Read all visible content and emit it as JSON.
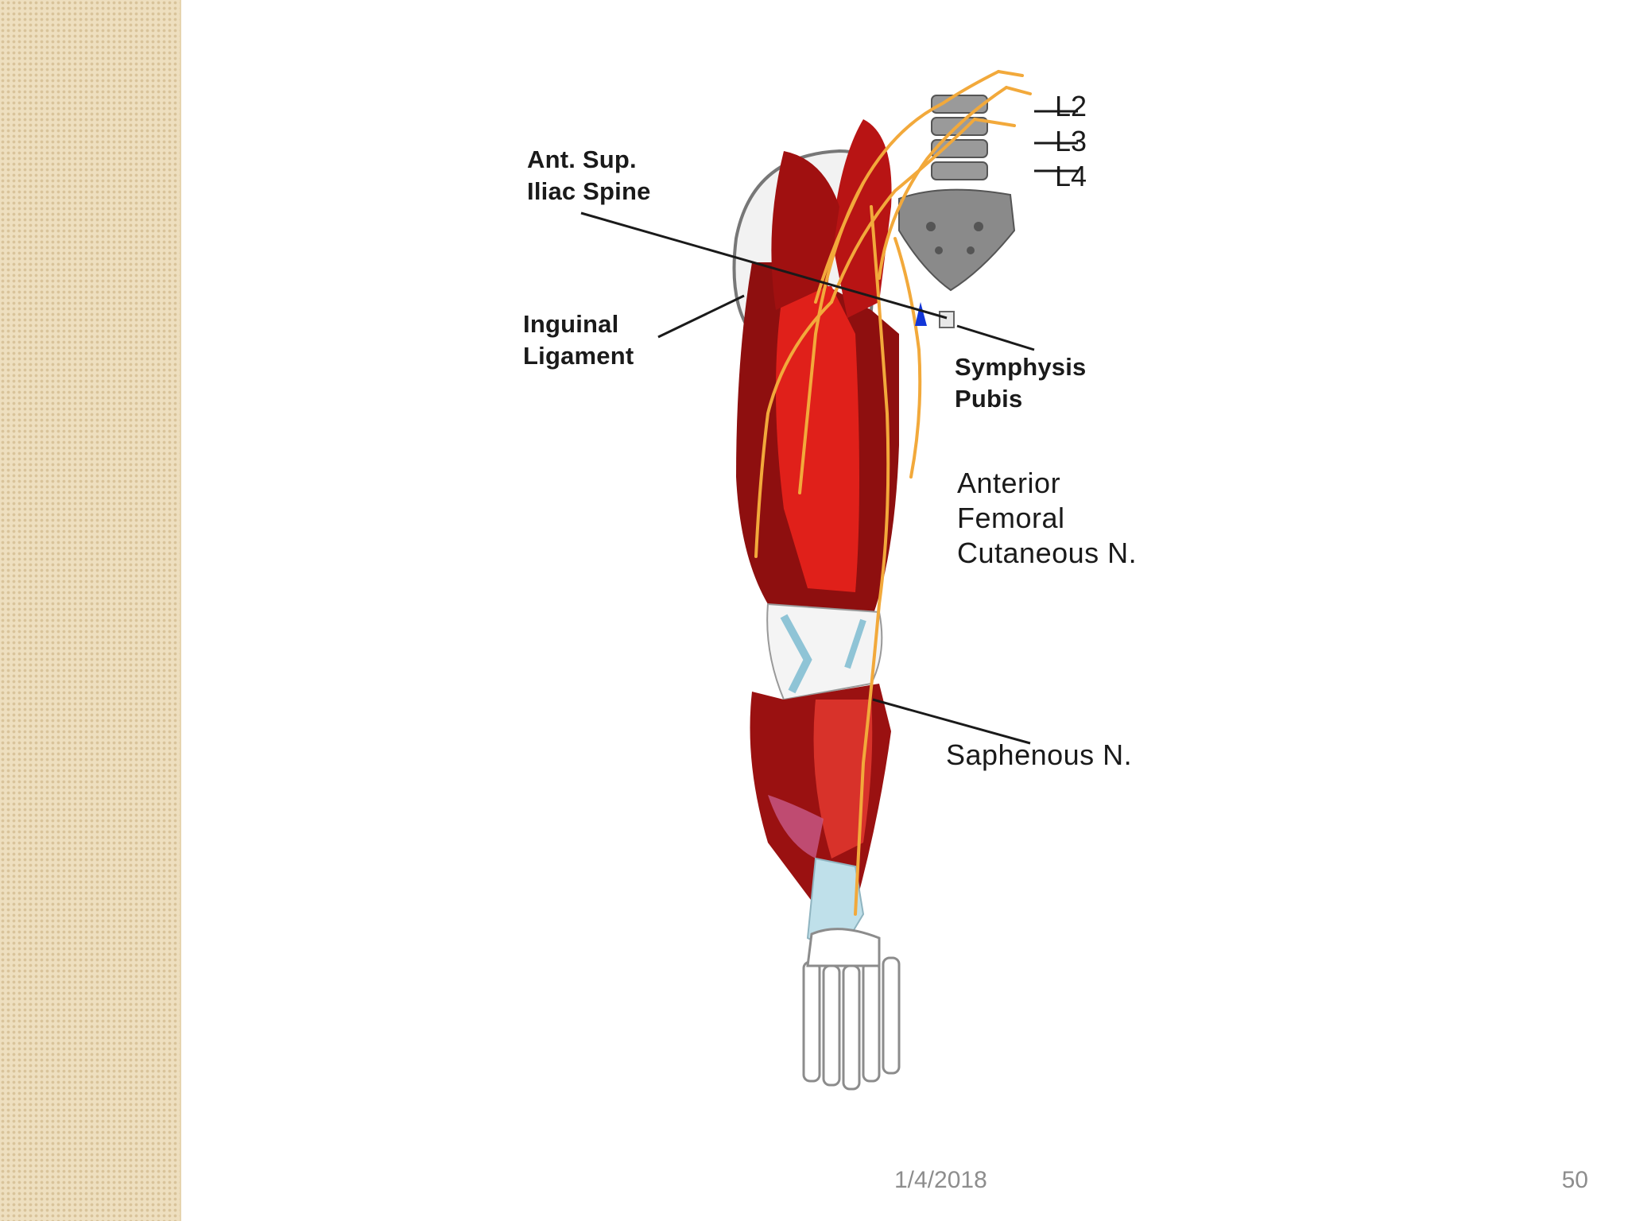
{
  "slide": {
    "page_number": "50",
    "date": "1/4/2018"
  },
  "diagram": {
    "labels": {
      "l2": "L2",
      "l3": "L3",
      "l4": "L4",
      "asis_line1": "Ant. Sup.",
      "asis_line2": "Iliac Spine",
      "inguinal_line1": "Inguinal",
      "inguinal_line2": "Ligament",
      "symphysis_line1": "Symphysis",
      "symphysis_line2": "Pubis",
      "afcn_line1": "Anterior",
      "afcn_line2": "Femoral",
      "afcn_line3": "Cutaneous N.",
      "saphenous": "Saphenous N."
    },
    "colors": {
      "muscle_dark": "#8e0f0f",
      "muscle_bright": "#e0201a",
      "nerve": "#f2a93b",
      "bone": "#8a8a8a",
      "tendon": "#bfe0ea",
      "side_band": "#eedfbf"
    }
  }
}
